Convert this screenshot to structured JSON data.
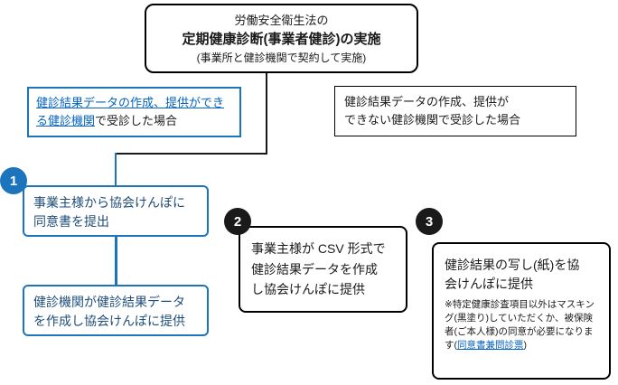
{
  "colors": {
    "accent_blue": "#1c75bc",
    "dark_blue_text": "#1f4e79",
    "link_blue": "#0563c1",
    "black": "#1a1a1a"
  },
  "top_box": {
    "line1": "労働安全衛生法の",
    "line2": "定期健康診断(事業者健診)の実施",
    "line3": "(事業所と健診機関で契約して実施)"
  },
  "branches": {
    "left_label": {
      "link_text": "健診結果データの作成、提供ができる健診機関",
      "rest_text": "で受診した場合"
    },
    "right_label": {
      "lines": [
        "健診結果データの作成、提供が",
        "できない健診機関で受診した場合"
      ]
    }
  },
  "step1": {
    "number": "1",
    "box1_lines": [
      "事業主様から協会けんぽに",
      "同意書を提出"
    ],
    "box2_lines": [
      "健診機関が健診結果データ",
      "を作成し協会けんぽに提供"
    ]
  },
  "step2": {
    "number": "2",
    "box_lines": [
      "事業主様が CSV 形式で",
      "健診結果データを作成",
      "し協会けんぽに提供"
    ]
  },
  "step3": {
    "number": "3",
    "main_lines": [
      "健診結果の写し(紙)を協",
      "会けんぽに提供"
    ],
    "note_prefix": "※特定健康診査項目以外はマスキング(黒塗り)していただくか、被保険者(ご本人様)の同意が必要になります(",
    "note_link": "同意書兼問診票",
    "note_suffix": ")"
  }
}
